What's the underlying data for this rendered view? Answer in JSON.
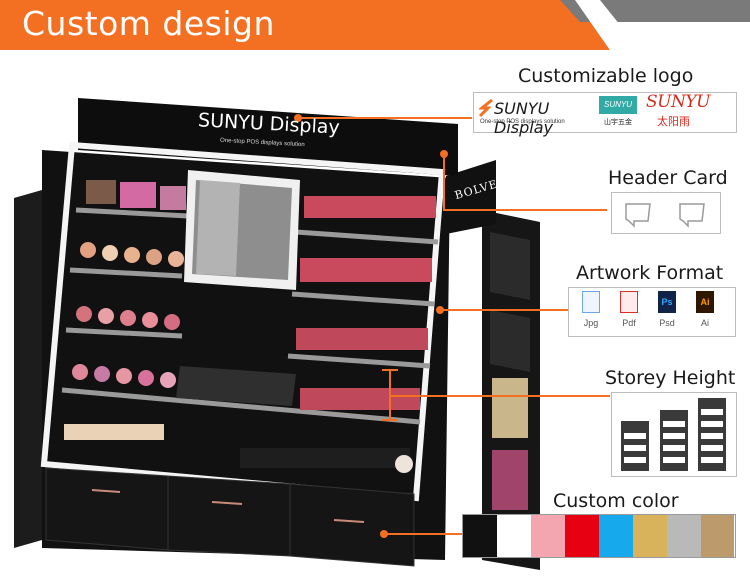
{
  "banner": {
    "title": "Custom design",
    "color": "#f36f21"
  },
  "features": {
    "logo": {
      "title": "Customizable logo",
      "brands": [
        {
          "name": "SUNYU Display",
          "tagline": "One-stop POS displays solution"
        },
        {
          "name": "SUNYU",
          "tagline": "山宇五金"
        },
        {
          "name": "SUNYU",
          "tagline": "太阳雨"
        }
      ]
    },
    "header_card": {
      "title": "Header Card",
      "icon": "header-card-icon"
    },
    "artwork": {
      "title": "Artwork Format",
      "formats": [
        {
          "label": "Jpg",
          "icon": "jpg-file-icon",
          "glyph": "",
          "color": "#6aa6e8"
        },
        {
          "label": "Pdf",
          "icon": "pdf-file-icon",
          "glyph": "",
          "color": "#d93025"
        },
        {
          "label": "Psd",
          "icon": "psd-file-icon",
          "glyph": "Ps",
          "color": "#0f2447"
        },
        {
          "label": "Ai",
          "icon": "ai-file-icon",
          "glyph": "Ai",
          "color": "#2e1600"
        }
      ]
    },
    "storey": {
      "title": "Storey Height"
    },
    "color": {
      "title": "Custom color",
      "swatches": [
        "#111111",
        "#ffffff",
        "#f4a6b0",
        "#e60012",
        "#16a9ec",
        "#d8b35c",
        "#b9b9b9",
        "#bd9a6b"
      ]
    }
  },
  "display": {
    "header_logo": "SUNYU Display",
    "header_tagline": "One-stop POS displays solution",
    "side_header": "BOLVER"
  }
}
